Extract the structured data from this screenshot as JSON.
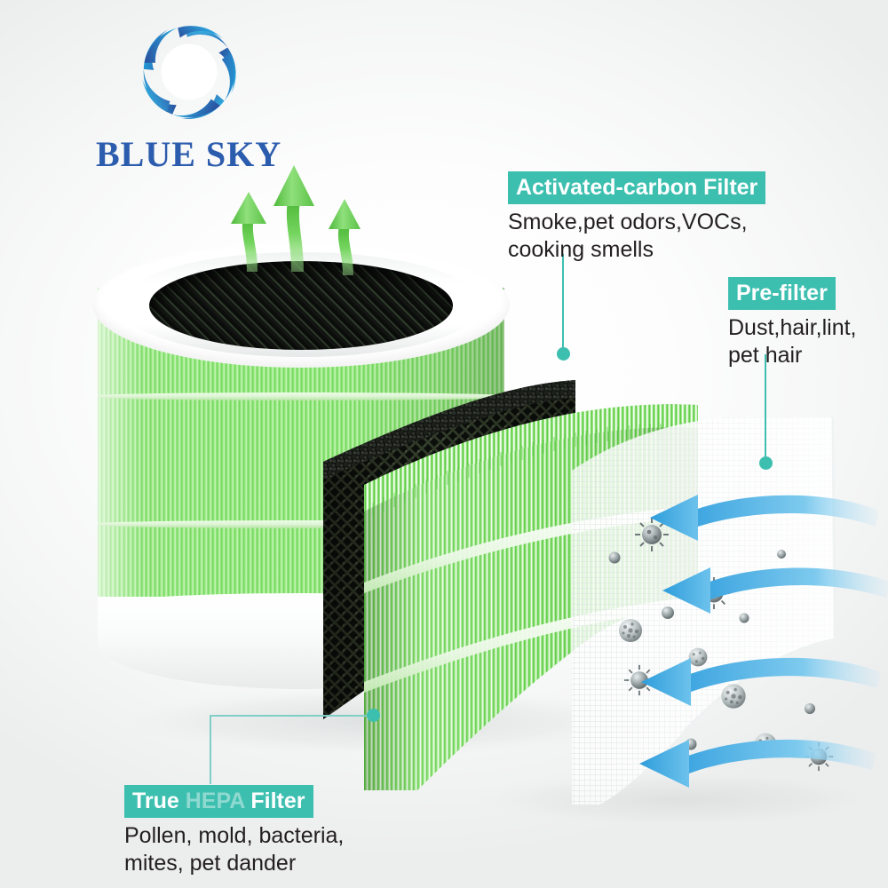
{
  "brand": {
    "name": "BLUE SKY",
    "logo_icon": "aperture-swirl-icon",
    "logo_color_dark": "#2A4B9B",
    "logo_color_light": "#29B6E8",
    "wordmark_color": "#2B5CAD"
  },
  "theme": {
    "badge_bg": "#3DBFB0",
    "badge_text": "#FFFFFF",
    "badge_faded_text": "#8FD9D0",
    "leader_color": "#3DBFB0",
    "body_text": "#231F20",
    "hepa_green": "#7DDF66",
    "carbon_black": "#101310",
    "clean_air_arrow": "#5FC64B",
    "dirty_air_arrow": "#59B9E8",
    "background": "#FFFFFF"
  },
  "callouts": [
    {
      "id": "activated-carbon",
      "title": "Activated-carbon Filter",
      "title_faded_part": "",
      "description": "Smoke,pet odors,VOCs,\ncooking smells",
      "leader": "line-down-to-dot"
    },
    {
      "id": "pre-filter",
      "title": "Pre-filter",
      "title_faded_part": "",
      "description": "Dust,hair,lint,\npet hair",
      "leader": "line-down-to-dot"
    },
    {
      "id": "true-hepa",
      "title_prefix": "True ",
      "title_faded_part": "HEPA",
      "title_suffix": " Filter",
      "title": "True HEPA Filter",
      "description": "Pollen, mold, bacteria,\nmites, pet dander",
      "leader": "elbow-up-right-to-dot"
    }
  ],
  "diagram": {
    "product": "3-stage air purifier replacement filter",
    "layers": [
      {
        "name": "pre-filter-mesh",
        "color": "#FFFFFF",
        "position": "outermost-right"
      },
      {
        "name": "true-hepa-pleated",
        "color": "#7DDF66",
        "position": "middle"
      },
      {
        "name": "activated-carbon-mesh",
        "color": "#101310",
        "position": "inner"
      },
      {
        "name": "hepa-cylinder",
        "color": "#7DDF66",
        "position": "assembled-left"
      }
    ],
    "clean_air_arrows": {
      "count": 3,
      "direction": "up",
      "icon": "up-arrow-icon",
      "color": "#5FC64B"
    },
    "dirty_air_arrows": {
      "count": 4,
      "direction": "left",
      "icon": "left-arrow-icon",
      "color": "#59B9E8"
    },
    "particles": {
      "count": 14,
      "icon": "pollutant-particle-icon",
      "types": [
        "virus",
        "pollen",
        "dust",
        "dander"
      ]
    }
  }
}
